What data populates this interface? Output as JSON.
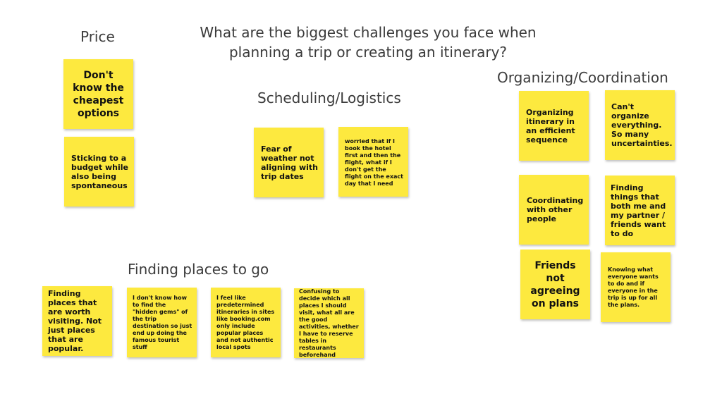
{
  "title": {
    "line1": "What are the biggest challenges you face when",
    "line2": "planning a trip or creating an itinerary?"
  },
  "categories": {
    "price": "Price",
    "scheduling": "Scheduling/Logistics",
    "organizing": "Organizing/Coordination",
    "finding": "Finding places to go"
  },
  "notes": {
    "price_1": "Don't know the cheapest options",
    "price_2": "Sticking to a budget while also being spontaneous",
    "sched_1": "Fear of weather not aligning with trip dates",
    "sched_2": "worried that if I book the hotel first and then the flight, what if I don't get the flight on the exact day that I need",
    "org_1": "Organizing itinerary in an efficient sequence",
    "org_2": "Can't organize everything. So many uncertainties.",
    "org_3": "Coordinating with other people",
    "org_4": "Finding things that both me and my partner / friends want to do",
    "org_5": "Friends not agreeing on plans",
    "org_6": "Knowing what everyone wants to do and if everyone in the trip is up for all the plans.",
    "find_1": "Finding places that are worth visiting. Not just places that are popular.",
    "find_2": "I don't know how to find the \"hidden gems\" of the trip destination so just end up doing the famous tourist stuff",
    "find_3": "I feel like predetermined itineraries in sites like booking.com only include popular places and not authentic local spots",
    "find_4": "Confusing to decide which all places I should visit, what all are the good activities, whether I have to reserve tables in restaurants beforehand"
  },
  "colors": {
    "sticky_note": "#fde93f",
    "text": "#3c3c3c"
  }
}
